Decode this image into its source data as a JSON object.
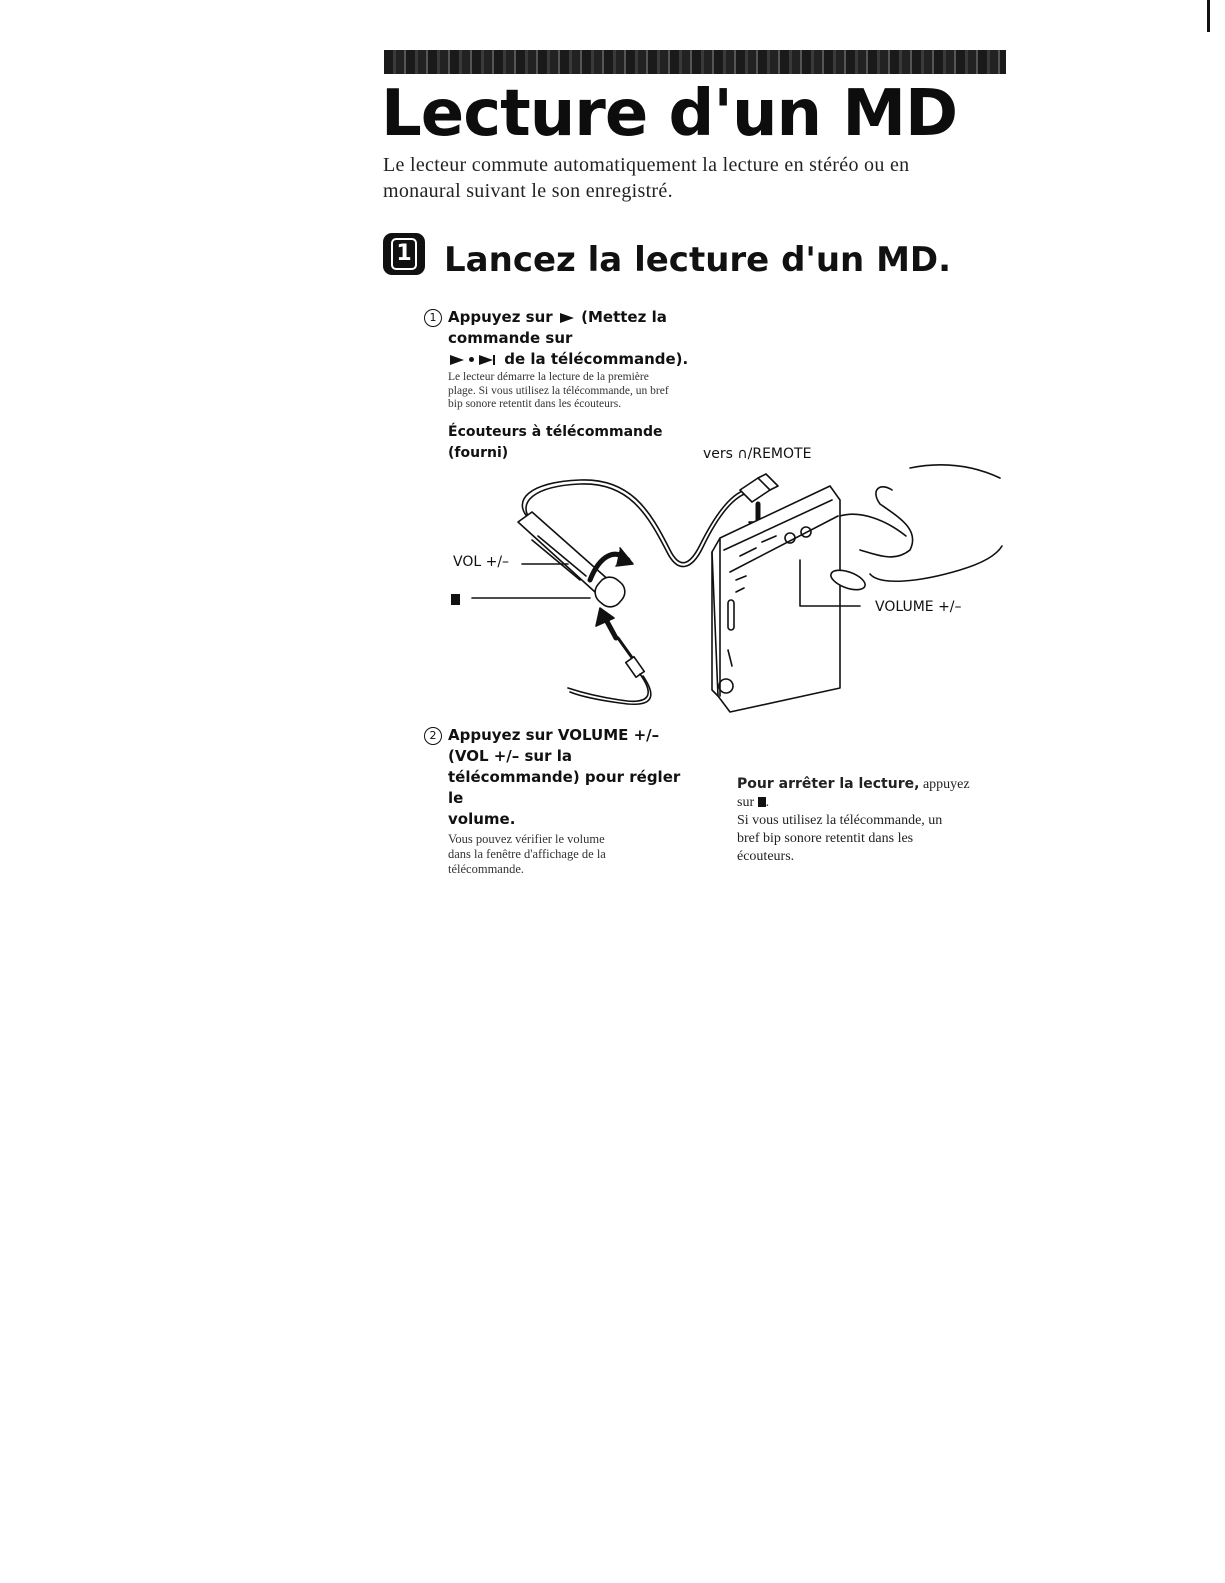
{
  "header": {
    "title": "Lecture d'un MD",
    "intro": "Le lecteur commute automatiquement la lecture en stéréo ou en monaural suivant le son enregistré."
  },
  "step": {
    "number": "1",
    "title": "Lancez la lecture d'un MD."
  },
  "substep1": {
    "number": "1",
    "text_a": "Appuyez sur",
    "text_b": "(Mettez la commande sur",
    "text_c": "de la télécommande).",
    "body_l1": "Le lecteur démarre la lecture de la première",
    "body_l2": "plage. Si vous utilisez la télécommande, un bref",
    "body_l3": "bip sonore retentit dans les écouteurs."
  },
  "figure": {
    "label_headphones_l1": "Écouteurs à télécommande",
    "label_headphones_l2": "(fourni)",
    "label_remote_jack": "vers ∩/REMOTE",
    "label_vol": "VOL +/–",
    "label_volume": "VOLUME +/–"
  },
  "substep2": {
    "number": "2",
    "line1": "Appuyez sur VOLUME +/–",
    "line2": "(VOL +/– sur la",
    "line3": "télécommande) pour régler le",
    "line4": "volume.",
    "body_l1": "Vous pouvez vérifier le volume",
    "body_l2": "dans la fenêtre d'affichage de la",
    "body_l3": "télécommande."
  },
  "note": {
    "bold": "Pour arrêter la lecture,",
    "rest": "appuyez",
    "line2_prefix": "sur",
    "line3": "Si vous utilisez la télécommande, un",
    "line4": "bref bip sonore retentit dans les",
    "line5": "écouteurs."
  }
}
